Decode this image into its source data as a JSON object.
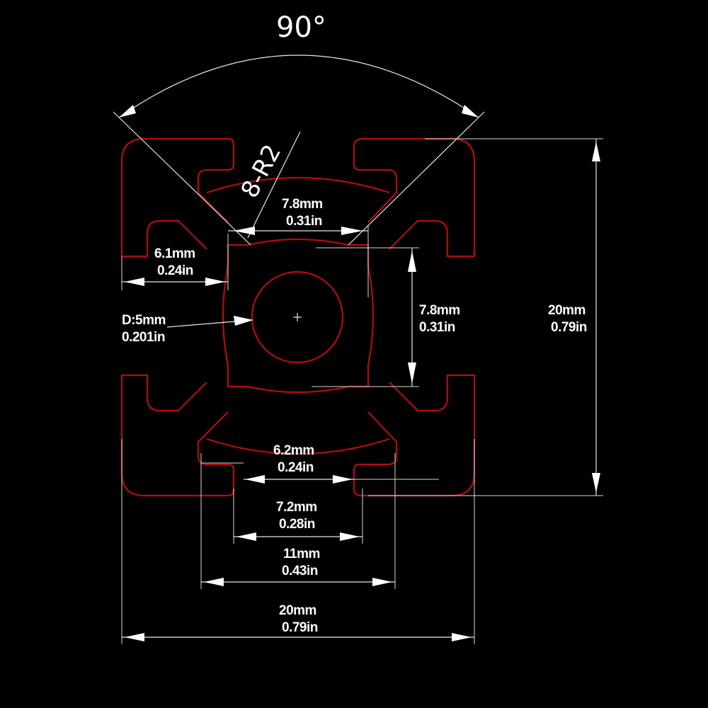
{
  "angle": {
    "label": "90°"
  },
  "radius_note": {
    "label": "8-R2"
  },
  "dimensions": {
    "top_slot_width": {
      "mm": "7.8mm",
      "inch": "0.31in"
    },
    "side_depth": {
      "mm": "6.1mm",
      "inch": "0.24in"
    },
    "bore_diameter": {
      "mm": "D:5mm",
      "inch": "0.201in"
    },
    "side_slot_height": {
      "mm": "7.8mm",
      "inch": "0.31in"
    },
    "overall_height": {
      "mm": "20mm",
      "inch": "0.79in"
    },
    "slot_opening": {
      "mm": "6.2mm",
      "inch": "0.24in"
    },
    "slot_neck": {
      "mm": "7.2mm",
      "inch": "0.28in"
    },
    "slot_inner": {
      "mm": "11mm",
      "inch": "0.43in"
    },
    "overall_width": {
      "mm": "20mm",
      "inch": "0.79in"
    }
  },
  "colors": {
    "background": "#000000",
    "profile": "#b40c0c",
    "dimension_lines": "#e8e8e8",
    "text": "#ffffff"
  }
}
